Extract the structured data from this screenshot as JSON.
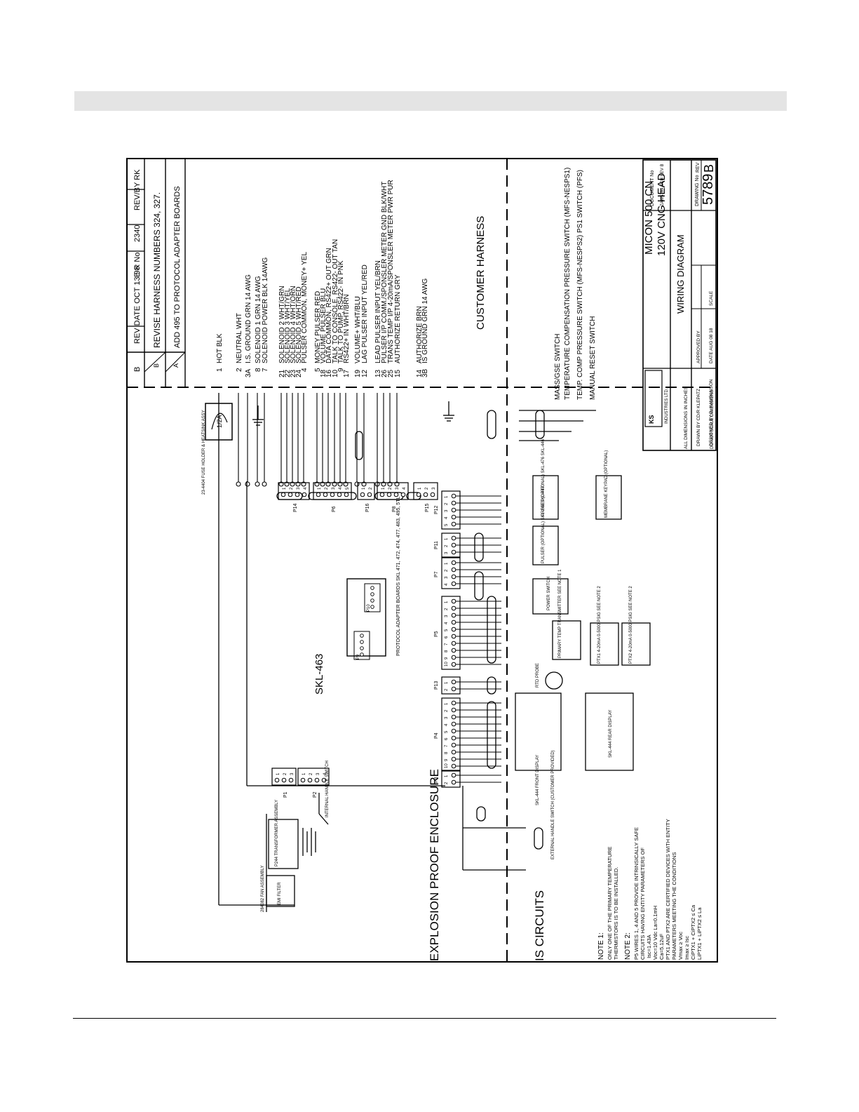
{
  "drawing": {
    "title": "MICON 500 CN",
    "subtitle": "120V CNG HEAD",
    "diagram_title": "WIRING DIAGRAM",
    "doc_no_label": "DOCUMENT No",
    "doc_no": "ZAW5789.SCH REV B",
    "drawing_no_label": "DRAWING No",
    "drawing_no": "5789",
    "rev_label": "REV",
    "rev": "B",
    "drawn_by": "DRAWN BY   CD/R KLEPATZ",
    "approved_by": "APPROVED BY",
    "designed_by": "DESIGNED BY D. KAMPANSON",
    "date": "DATE  AUG 08 18",
    "scale": "SCALE",
    "dimensions_note": "ALL DIMENSIONS IN INCHES",
    "do_not_scale": "DO NOT SCALE DIMENSIONS",
    "company": "INDUSTRIES LTD."
  },
  "revisions": {
    "header": [
      "B",
      "REV DATE  OCT 13 98",
      "E R  No",
      "2340",
      "REV/BY  RK"
    ],
    "rows": [
      {
        "rev": "B",
        "text": "REVISE HARNESS NUMBERS 324, 327."
      },
      {
        "rev": "A",
        "text": "ADD 495 TO PROTOCOL ADAPTER BOARDS"
      }
    ]
  },
  "regions": {
    "customer": "CUSTOMER\nHARNESS",
    "explosion": "EXPLOSION PROOF\nENCLOSURE",
    "is_circuits": "IS CIRCUITS"
  },
  "terminals": [
    {
      "num": "1",
      "label": "HOT  BLK"
    },
    {
      "num": "2",
      "label": "NEUTRAL  WHT"
    },
    {
      "num": "3A",
      "label": "I.S. GROUND  GRN  14 AWG"
    },
    {
      "num": "8",
      "label": "SOLENOID 1  GRN  14 AWG"
    },
    {
      "num": "7",
      "label": "SOLENOID POWER  BLK  14AWG"
    },
    {
      "num": "21",
      "label": "SOLENOID 2  WHT/GRN"
    },
    {
      "num": "22",
      "label": "SOLENOID 3  WHT/YEL"
    },
    {
      "num": "23",
      "label": "SOLENOID 4  WHT/ORN"
    },
    {
      "num": "24",
      "label": "SOLENOID 5  WHT/RED"
    },
    {
      "num": "4",
      "label": "PULSER COMMON, MONEY+  YEL"
    },
    {
      "num": "5",
      "label": "MONEY PULSER  RED"
    },
    {
      "num": "18",
      "label": "VOLUME PULSER  BLU"
    },
    {
      "num": "16",
      "label": "DATA COMMON, RS422+ OUT  GRN"
    },
    {
      "num": "10",
      "label": "TALK TO CONSOLE, RS422- OUT  TAN"
    },
    {
      "num": "9",
      "label": "TALK TO PUMP, RS422- IN  PNK"
    },
    {
      "num": "17",
      "label": "RS422+ IN  WHT/BRN"
    },
    {
      "num": "19",
      "label": "VOLUME+  WHT/BLU"
    },
    {
      "num": "12",
      "label": "LAG PULSER INPUT  YEL/RED"
    },
    {
      "num": "13",
      "label": "LEAD PULSER INPUT  YEL/BRN"
    },
    {
      "num": "26",
      "label": "PULSER I/P COMM./SPONSLER METER GND  BLK/WHT"
    },
    {
      "num": "25",
      "label": "TRANS TEMP I/P 4-20mA/SPONSLER METER PWR  PUR"
    },
    {
      "num": "15",
      "label": "AUTHORIZE RETURN  GRY"
    },
    {
      "num": "14",
      "label": "AUTHORIZE  BRN"
    },
    {
      "num": "3B",
      "label": "IS  GROUND  GRN  14 AWG"
    }
  ],
  "switches": [
    "MASS/GSE SWITCH",
    "TEMPERATURE COMPENSATION PRESSURE SWITCH (MFS-NESPS1)",
    "TEMP. COMP PRESSURE SWITCH (MFS-NESPS2)  PS1 SWITCH (PFS)",
    "MANUAL RESET SWITCH"
  ],
  "connectors": {
    "p14": "P14",
    "p6": "P6",
    "p16": "P16",
    "p8": "P8",
    "p15": "P15",
    "p12": "P12",
    "p11": "P11",
    "p7": "P7",
    "p5": "P5",
    "p13": "P13",
    "p4": "P4",
    "p3": "P3",
    "p1": "P1",
    "p2": "P2",
    "p9": "P9",
    "p10": "P10"
  },
  "boards": {
    "main": "SKL-463",
    "adapter": "PROTOCOL ADAPTER BOARDS\nSKL 471, 472, 474, 477, 483, 495, 5TL",
    "preset": "PRESET\n(OPTIONAL)\nSKL-476\nSKL-446",
    "keypad": "MEMBRANE\nKEYPAD\n(OPTIONAL)",
    "pulser": "PULSER\n(OPTIONAL)\nSKL-248\nSKL-447",
    "power_switch": "POWER\nSWITCH",
    "primary_temp": "PRIMARY\nTEMP\nTRANSMITTER\nSEE NOTE 1",
    "ptx1": "PTX1\n4-20mA\n0-5000 PSIG\nSEE NOTE 2",
    "ptx2": "PTX2\n4-20mA\n0-5000 PSIG\nSEE NOTE 2",
    "rtd": "RTD\nPROBE",
    "front_display": "SKL-444\nFRONT\nDISPLAY",
    "rear_display": "SKL-444\nREAR\nDISPLAY",
    "fuse": "1/2A",
    "fuse_label": "23-4404\nFUSE HOLDER &\nHEATSINK ASSY",
    "transformer": "P244\nTRANSFORMER\nASSEMBLY",
    "fan": "284082 FAN ASSEMBLY",
    "emi": "EMI\nFILTER",
    "internal_switch": "INTERNAL\nHANDLE\nSWITCH",
    "external_switch": "EXTERNAL\nHANDLE\nSWITCH\n(CUSTOMER\nPROVIDED)"
  },
  "notes": {
    "note1_title": "NOTE 1:",
    "note1": "ONLY ONE OF THE PRIMARY TEMPERATURE\nTHERMISTORS IS TO BE INSTALLED.",
    "note2_title": "NOTE 2:",
    "note2": "P5 WIRES 1, 4 AND 5 PROVIDE INTRINSICALLY SAFE\nCIRCUITS HAVING ENTITY PARAMETERS OF\n          Isc=1.43A\nVoc=10 Vdc       La=0.1mH\nCa=5.12uF\nPTX1 AND PTX2 ARE CERTIFIED DEVICES WITH ENTITY\nPARAMETERS MEETING THE CONDITIONS\nVmax ≥ Voc\nImax ≥ Isc\nCiPTX1 + CiPTX2 ≤ Ca\nLiPTX1 + LiPTX2 ≤ La"
  }
}
